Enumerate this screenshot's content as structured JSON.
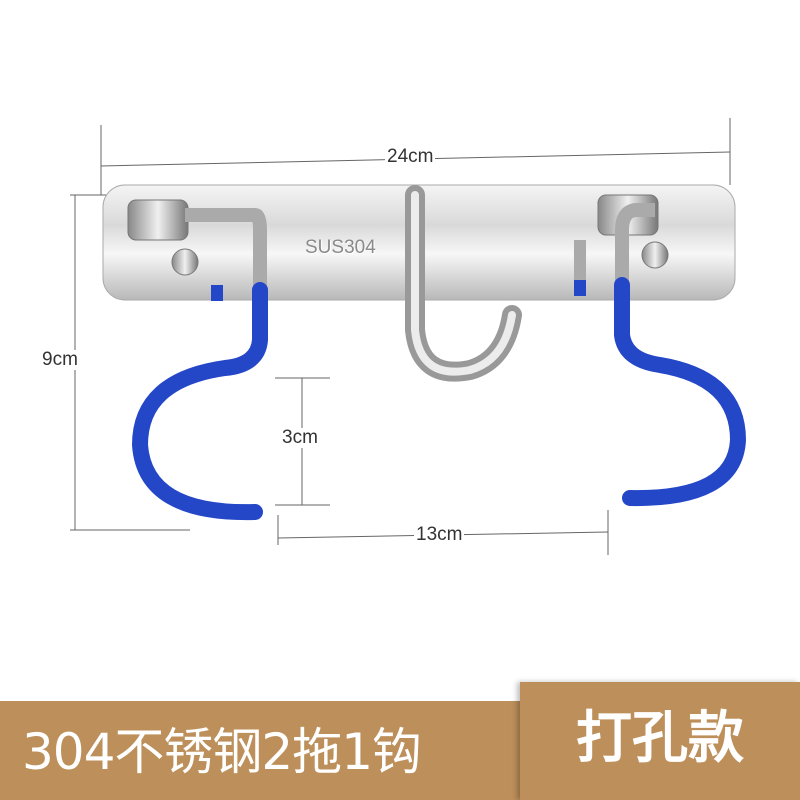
{
  "product": {
    "engraving": "SUS304",
    "colors": {
      "hook_coating": "#2447c8",
      "banner": "#bd8f5a",
      "text": "#ffffff"
    }
  },
  "dimensions": {
    "width": "24cm",
    "height": "9cm",
    "hook_gap": "3cm",
    "hook_spacing": "13cm"
  },
  "banner": {
    "title": "304不锈钢2拖1钩",
    "tag": "打孔款"
  }
}
